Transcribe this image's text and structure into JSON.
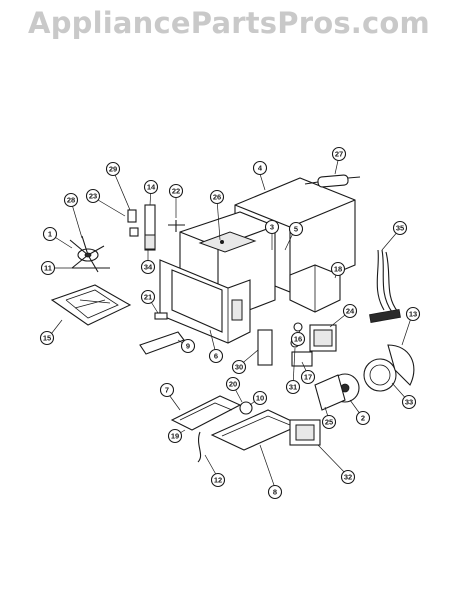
{
  "watermark": "AppliancePartsPros.com",
  "callouts": [
    "1",
    "2",
    "3",
    "4",
    "5",
    "6",
    "7",
    "8",
    "9",
    "10",
    "11",
    "12",
    "13",
    "14",
    "15",
    "16",
    "17",
    "18",
    "19",
    "20",
    "21",
    "22",
    "23",
    "24",
    "25",
    "26",
    "27",
    "28",
    "29",
    "30",
    "31",
    "32",
    "33",
    "34",
    "35"
  ]
}
